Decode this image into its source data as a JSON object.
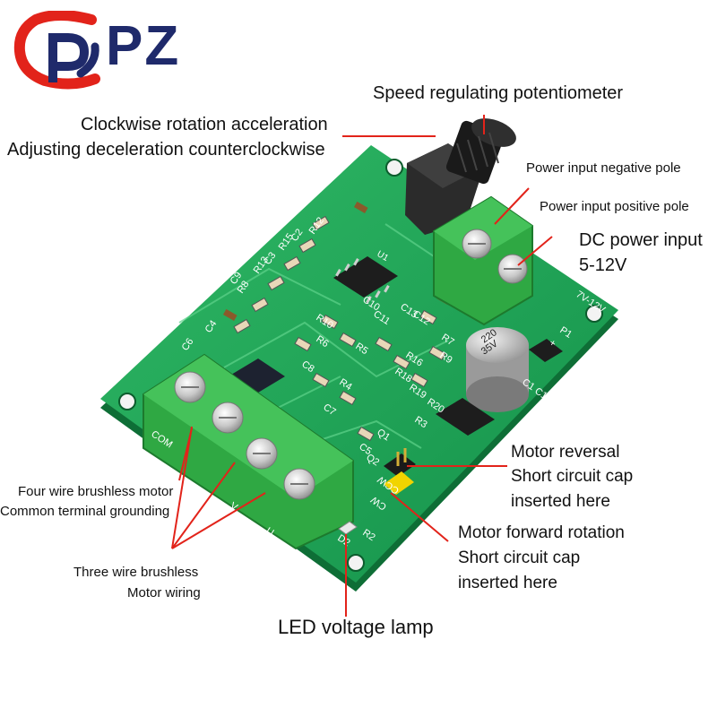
{
  "brand": {
    "name": "PZ",
    "colors": {
      "red": "#e2231a",
      "navy": "#1f2a6b"
    }
  },
  "labels": {
    "speed_pot": "Speed regulating potentiometer",
    "cw_accel": "Clockwise rotation acceleration",
    "ccw_decel": "Adjusting deceleration counterclockwise",
    "power_neg": "Power input negative pole",
    "power_pos": "Power input positive pole",
    "dc_power": "DC power input",
    "dc_voltage": "5-12V",
    "four_wire_1": "Four wire brushless motor",
    "four_wire_2": "Common terminal grounding",
    "three_wire_1": "Three wire brushless",
    "three_wire_2": "Motor wiring",
    "reversal_1": "Motor reversal",
    "reversal_2": "Short circuit cap",
    "reversal_3": "inserted here",
    "forward_1": "Motor forward rotation",
    "forward_2": "Short circuit cap",
    "forward_3": "inserted here",
    "led_lamp": "LED voltage lamp"
  },
  "board_markings": {
    "capacitor_1": "220",
    "capacitor_2": "35V",
    "u1": "U1",
    "com": "COM",
    "ccw": "CCW",
    "cw": "CW",
    "v": "V",
    "u": "U",
    "d2": "D2",
    "r2": "R2",
    "q1": "Q1",
    "q2": "Q2",
    "c1": "C1",
    "r3": "R3",
    "r4": "R4",
    "r5": "R5",
    "r6": "R6",
    "r7": "R7",
    "r8": "R8",
    "r9": "R9",
    "r10": "R10",
    "r12": "R12",
    "r13": "R13",
    "r15": "R15",
    "r16": "R16",
    "r18": "R18",
    "r19": "R19",
    "r20": "R20",
    "c2": "C2",
    "c3": "C3",
    "c4": "C4",
    "c5": "C5",
    "c6": "C6",
    "c7": "C7",
    "c8": "C8",
    "c9": "C9",
    "c10": "C10",
    "c11": "C11",
    "c12": "C12",
    "c13": "C13",
    "c17": "C17",
    "p1": "P1",
    "plus": "+",
    "volt": "7V-12V"
  }
}
